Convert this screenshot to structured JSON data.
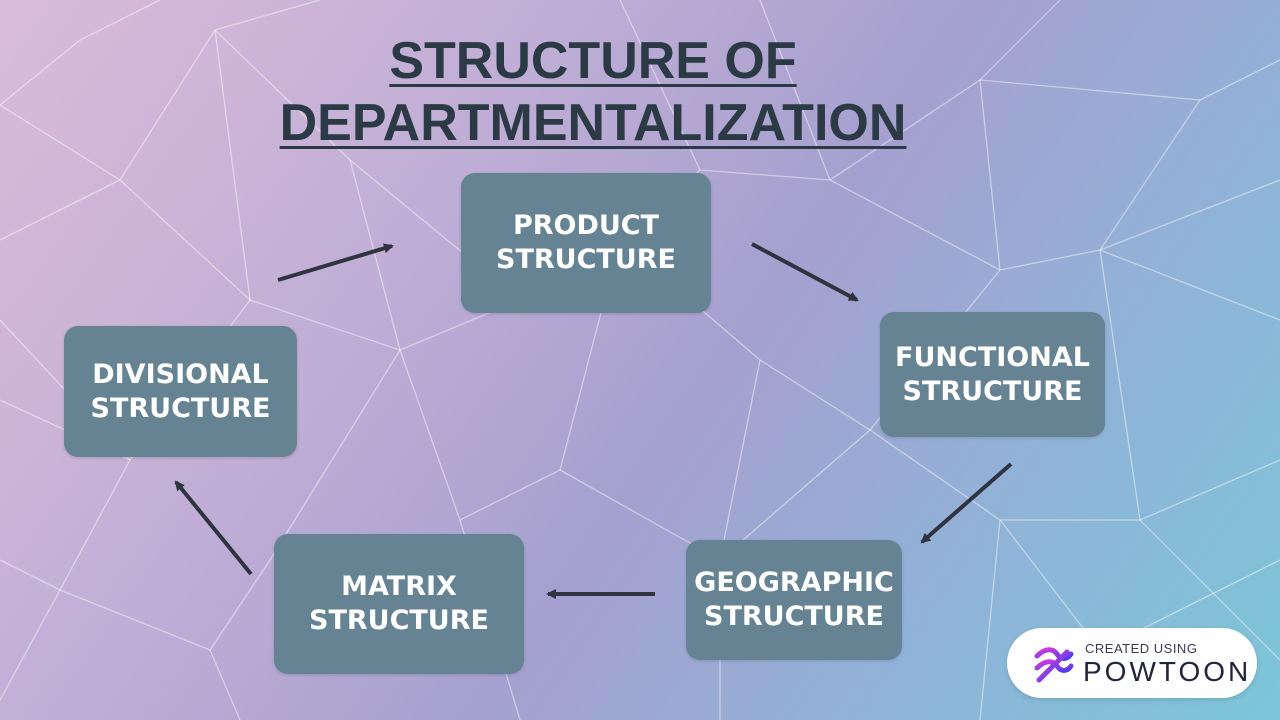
{
  "title": {
    "line1": "STRUCTURE OF",
    "line2": "DEPARTMENTALIZATION"
  },
  "nodes": {
    "product": {
      "line1": "PRODUCT",
      "line2": "STRUCTURE"
    },
    "functional": {
      "line1": "FUNCTIONAL",
      "line2": "STRUCTURE"
    },
    "geographic": {
      "line1": "GEOGRAPHIC",
      "line2": "STRUCTURE"
    },
    "matrix": {
      "line1": "MATRIX",
      "line2": "STRUCTURE"
    },
    "divisional": {
      "line1": "DIVISIONAL",
      "line2": "STRUCTURE"
    }
  },
  "cycle_order": [
    "product",
    "functional",
    "geographic",
    "matrix",
    "divisional",
    "product"
  ],
  "badge": {
    "small": "CREATED USING",
    "big": "POWTOON"
  },
  "colors": {
    "box": "#668393",
    "box_text": "#ffffff",
    "title": "#2c3a45",
    "arrow": "#2f3440",
    "logo_gradient_start": "#d23bd9",
    "logo_gradient_end": "#4b3cf0"
  }
}
